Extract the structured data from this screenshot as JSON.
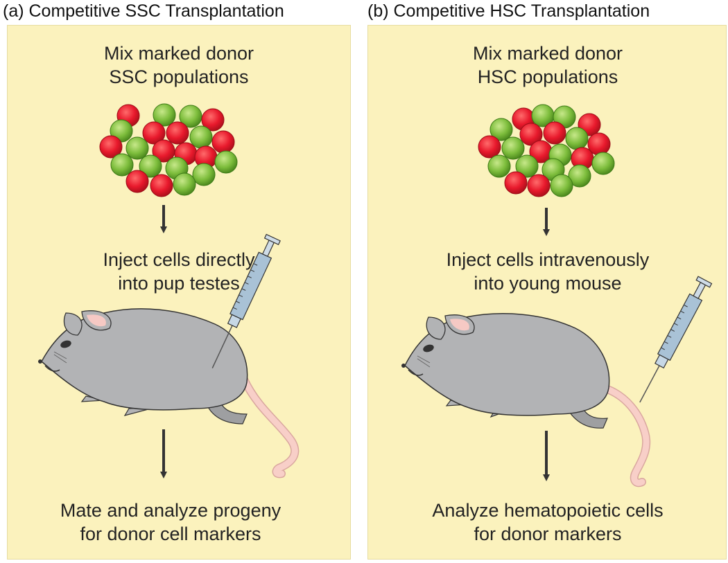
{
  "panels": [
    {
      "title": "(a)  Competitive SSC Transplantation",
      "step1": [
        "Mix marked donor",
        "SSC populations"
      ],
      "step2": [
        "Inject cells directly",
        "into pup testes"
      ],
      "step3": [
        "Mate and analyze progeny",
        "for donor cell markers"
      ]
    },
    {
      "title": "(b)  Competitive HSC Transplantation",
      "step1": [
        "Mix marked donor",
        "HSC populations"
      ],
      "step2": [
        "Inject cells intravenously",
        "into young mouse"
      ],
      "step3": [
        "Analyze hematopoietic cells",
        "for donor markers"
      ]
    }
  ],
  "colors": {
    "panel_background": "#fbf2bd",
    "red_cell": "#e8192c",
    "green_cell": "#7dbd3c",
    "mouse_body": "#b2b3b5",
    "mouse_tail": "#f8cfc8",
    "syringe": "#a9c2d6"
  }
}
